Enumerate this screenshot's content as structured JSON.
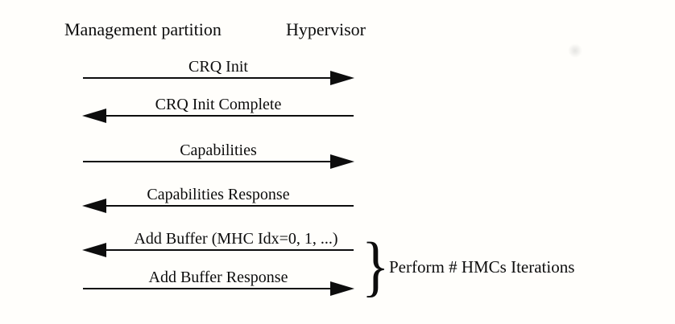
{
  "diagram": {
    "left_actor": "Management partition",
    "right_actor": "Hypervisor",
    "messages": [
      {
        "label": "CRQ Init",
        "direction": "right",
        "from": "Management partition",
        "to": "Hypervisor"
      },
      {
        "label": "CRQ Init Complete",
        "direction": "left",
        "from": "Hypervisor",
        "to": "Management partition"
      },
      {
        "label": "Capabilities",
        "direction": "right",
        "from": "Management partition",
        "to": "Hypervisor"
      },
      {
        "label": "Capabilities Response",
        "direction": "left",
        "from": "Hypervisor",
        "to": "Management partition"
      },
      {
        "label": "Add Buffer (MHC Idx=0, 1, ...)",
        "direction": "left",
        "from": "Hypervisor",
        "to": "Management partition"
      },
      {
        "label": "Add Buffer Response",
        "direction": "right",
        "from": "Management partition",
        "to": "Hypervisor"
      }
    ],
    "group": {
      "brace": "}",
      "label": "Perform # HMCs Iterations",
      "grouped_messages": [
        "Add Buffer (MHC Idx=0, 1, ...)",
        "Add Buffer Response"
      ]
    }
  },
  "colors": {
    "ink": "#0d0d0d",
    "background": "#fffefb"
  }
}
